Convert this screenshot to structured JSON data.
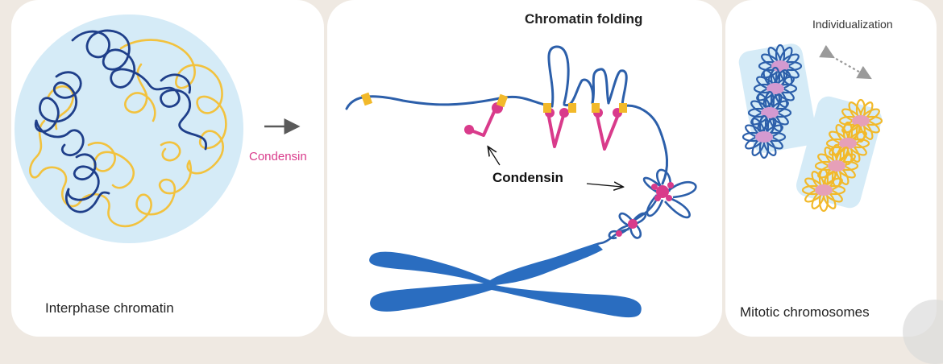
{
  "labels": {
    "interphase": "Interphase chromatin",
    "mitotic": "Mitotic chromosomes",
    "folding": "Chromatin folding",
    "condensin_mid": "Condensin",
    "condensin_left": "Condensin",
    "individualization": "Individualization"
  },
  "colors": {
    "blue": "#2c5faa",
    "dark_blue": "#1f3f8a",
    "yellow": "#f2c23e",
    "magenta": "#d93b8b",
    "nucleus": "#d5ebf7",
    "chromosome": "#2a6dc0",
    "arrow_gray": "#5a5a5a"
  }
}
